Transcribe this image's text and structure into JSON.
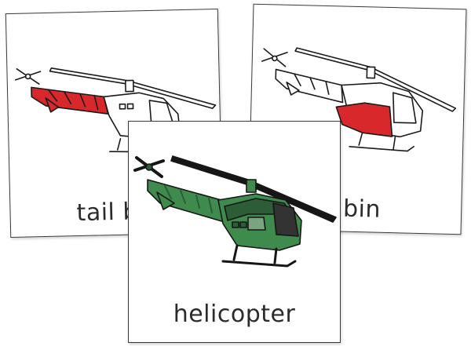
{
  "cards": [
    {
      "id": "tail-boom-card",
      "label": "tail boom",
      "highlight_color": "#d8282c",
      "fill_color": "#ffffff"
    },
    {
      "id": "cabin-card",
      "label": "cabin",
      "highlight_color": "#d8282c",
      "fill_color": "#ffffff"
    },
    {
      "id": "helicopter-card",
      "label": "helicopter",
      "fill_color": "#3f8a4d",
      "dark_color": "#2c5d36"
    }
  ],
  "icons": {
    "helicopter": "helicopter-illustration"
  }
}
